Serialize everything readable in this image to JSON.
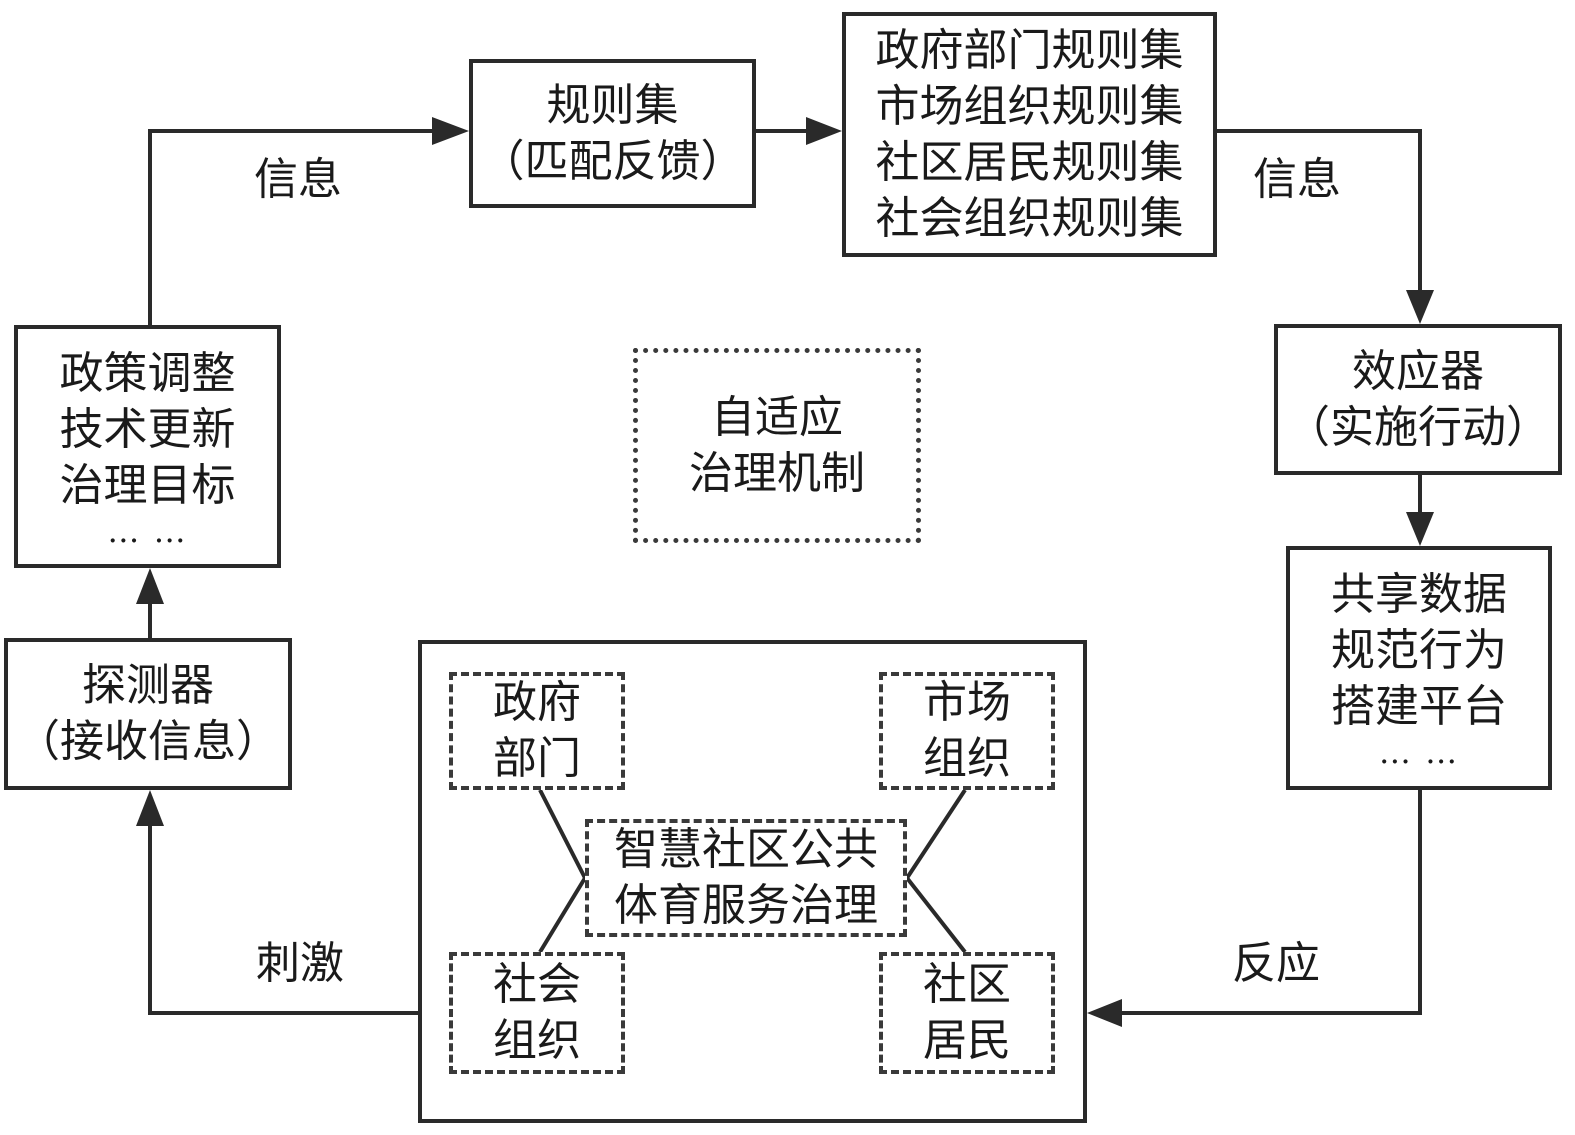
{
  "boxes": {
    "rule_set": {
      "lines": [
        "规则集",
        "（匹配反馈）"
      ]
    },
    "sub_rule_sets": {
      "lines": [
        "政府部门规则集",
        "市场组织规则集",
        "社区居民规则集",
        "社会组织规则集"
      ]
    },
    "policy": {
      "lines": [
        "政策调整",
        "技术更新",
        "治理目标"
      ],
      "ellipsis": "… …"
    },
    "effector": {
      "lines": [
        "效应器",
        "（实施行动）"
      ]
    },
    "shared": {
      "lines": [
        "共享数据",
        "规范行为",
        "搭建平台"
      ],
      "ellipsis": "… …"
    },
    "detector": {
      "lines": [
        "探测器",
        "（接收信息）"
      ]
    },
    "mechanism": {
      "lines": [
        "自适应",
        "治理机制"
      ]
    }
  },
  "community": {
    "center": {
      "lines": [
        "智慧社区公共",
        "体育服务治理"
      ]
    },
    "government": {
      "lines": [
        "政府",
        "部门"
      ]
    },
    "market": {
      "lines": [
        "市场",
        "组织"
      ]
    },
    "social_org": {
      "lines": [
        "社会",
        "组织"
      ]
    },
    "residents": {
      "lines": [
        "社区",
        "居民"
      ]
    }
  },
  "flow_labels": {
    "info_left": "信息",
    "info_right": "信息",
    "stimulus": "刺激",
    "response": "反应"
  }
}
